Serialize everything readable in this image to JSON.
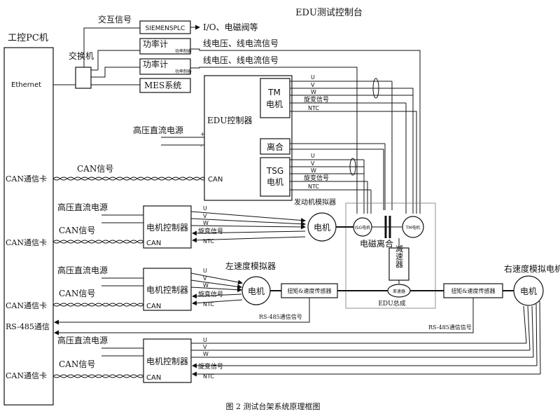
{
  "title": "EDU测试控制台",
  "pc": {
    "title": "工控PC机",
    "ethernet": "Ethernet",
    "can_card": "CAN通信卡",
    "rs485": "RS-485通信"
  },
  "switch_label": "交换机",
  "interlock_label": "交互信号",
  "plc": {
    "label": "SIEMENSPLC",
    "output": "I/O、电磁阀等"
  },
  "power_meter": {
    "label": "功率计",
    "sub": "功率制备",
    "signal": "线电压、线电流信号"
  },
  "mes_label": "MES系统",
  "edu": {
    "controller": "EDU控制器",
    "tm_label": "TM",
    "motor": "电机",
    "clutch": "离合",
    "tsg_label": "TSG",
    "can": "CAN"
  },
  "hv_source": "高压直流电源",
  "can_signal": "CAN信号",
  "signals": {
    "u": "U",
    "v": "V",
    "w": "W",
    "resolver": "旋变信号",
    "ntc": "NTC"
  },
  "motor_controller": "电机控制器",
  "can_port": "CAN",
  "motor_label": "电机",
  "engine_sim": "发动机模拟器",
  "left_speed_sim": "左速度模拟器",
  "right_speed_sim": "右速度模拟电机",
  "torque_sensor": "扭矩&速度传感器",
  "edu_assembly": {
    "label": "EDU总成",
    "isg": "ISG电机",
    "tm": "TM电机",
    "clutch": "电磁离合",
    "reducer": "减速器",
    "diff": "差速器"
  },
  "rs485_signal": "RS-485通信信号",
  "caption": "图 2  测试台架系统原理框图"
}
